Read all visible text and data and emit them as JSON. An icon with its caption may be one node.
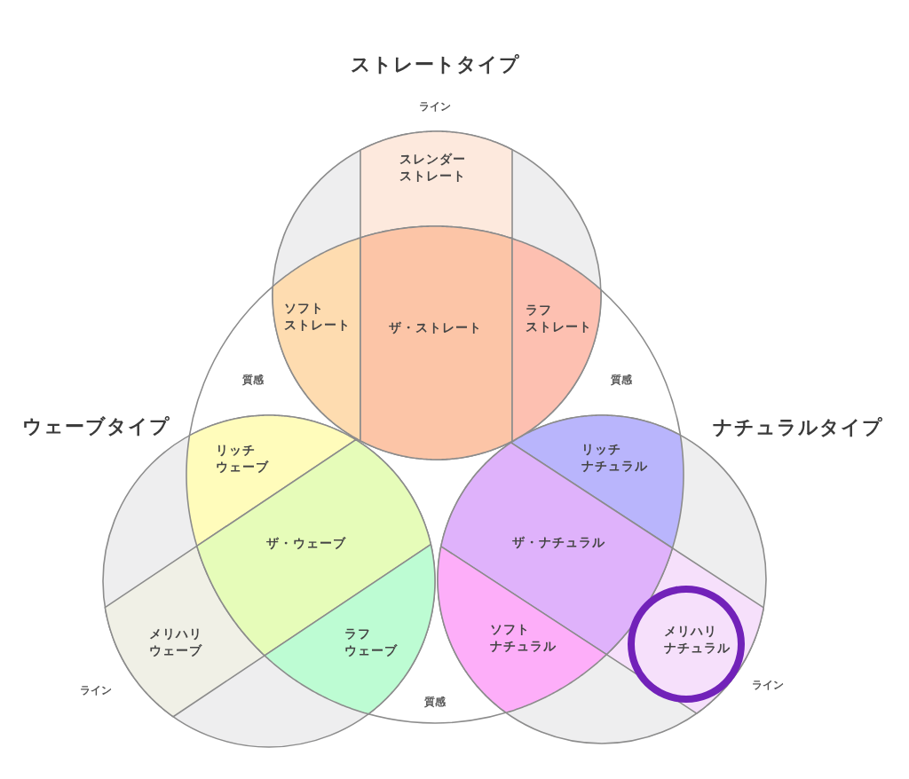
{
  "diagram": {
    "nodes": [
      {
        "text": [
          "ストレートタイプ"
        ],
        "beside": [
          "ライン"
        ]
      },
      {
        "text": [
          "スレンダーストレート"
        ],
        "in": 0
      },
      {
        "text": [
          "ソフトストレート"
        ]
      },
      {
        "text": [
          "ザ・ストレート"
        ]
      },
      {
        "text": [
          "ラフストレート"
        ]
      },
      {
        "text": [
          "質感",
          "質感",
          "質感"
        ]
      },
      {
        "text": [
          "ウェーブタイプ"
        ],
        "beside": [
          "ライン"
        ]
      },
      {
        "text": [
          "リッチウェーブ"
        ]
      },
      {
        "text": [
          "ザ・ウェーブ"
        ]
      },
      {
        "text": [
          "メリハリウェーブ"
        ],
        "in": 6
      },
      {
        "text": [
          "ラフウェーブ"
        ]
      },
      {
        "text": [
          "ナチュラルタイプ"
        ],
        "beside": [
          "ライン"
        ]
      },
      {
        "text": [
          "リッチナチュラル"
        ]
      },
      {
        "text": [
          "ザ・ナチュラル"
        ]
      },
      {
        "text": [
          "ソフトナチュラル"
        ]
      },
      {
        "text": [
          "メリハリナチュラル"
        ],
        "in": 11
      }
    ]
  }
}
